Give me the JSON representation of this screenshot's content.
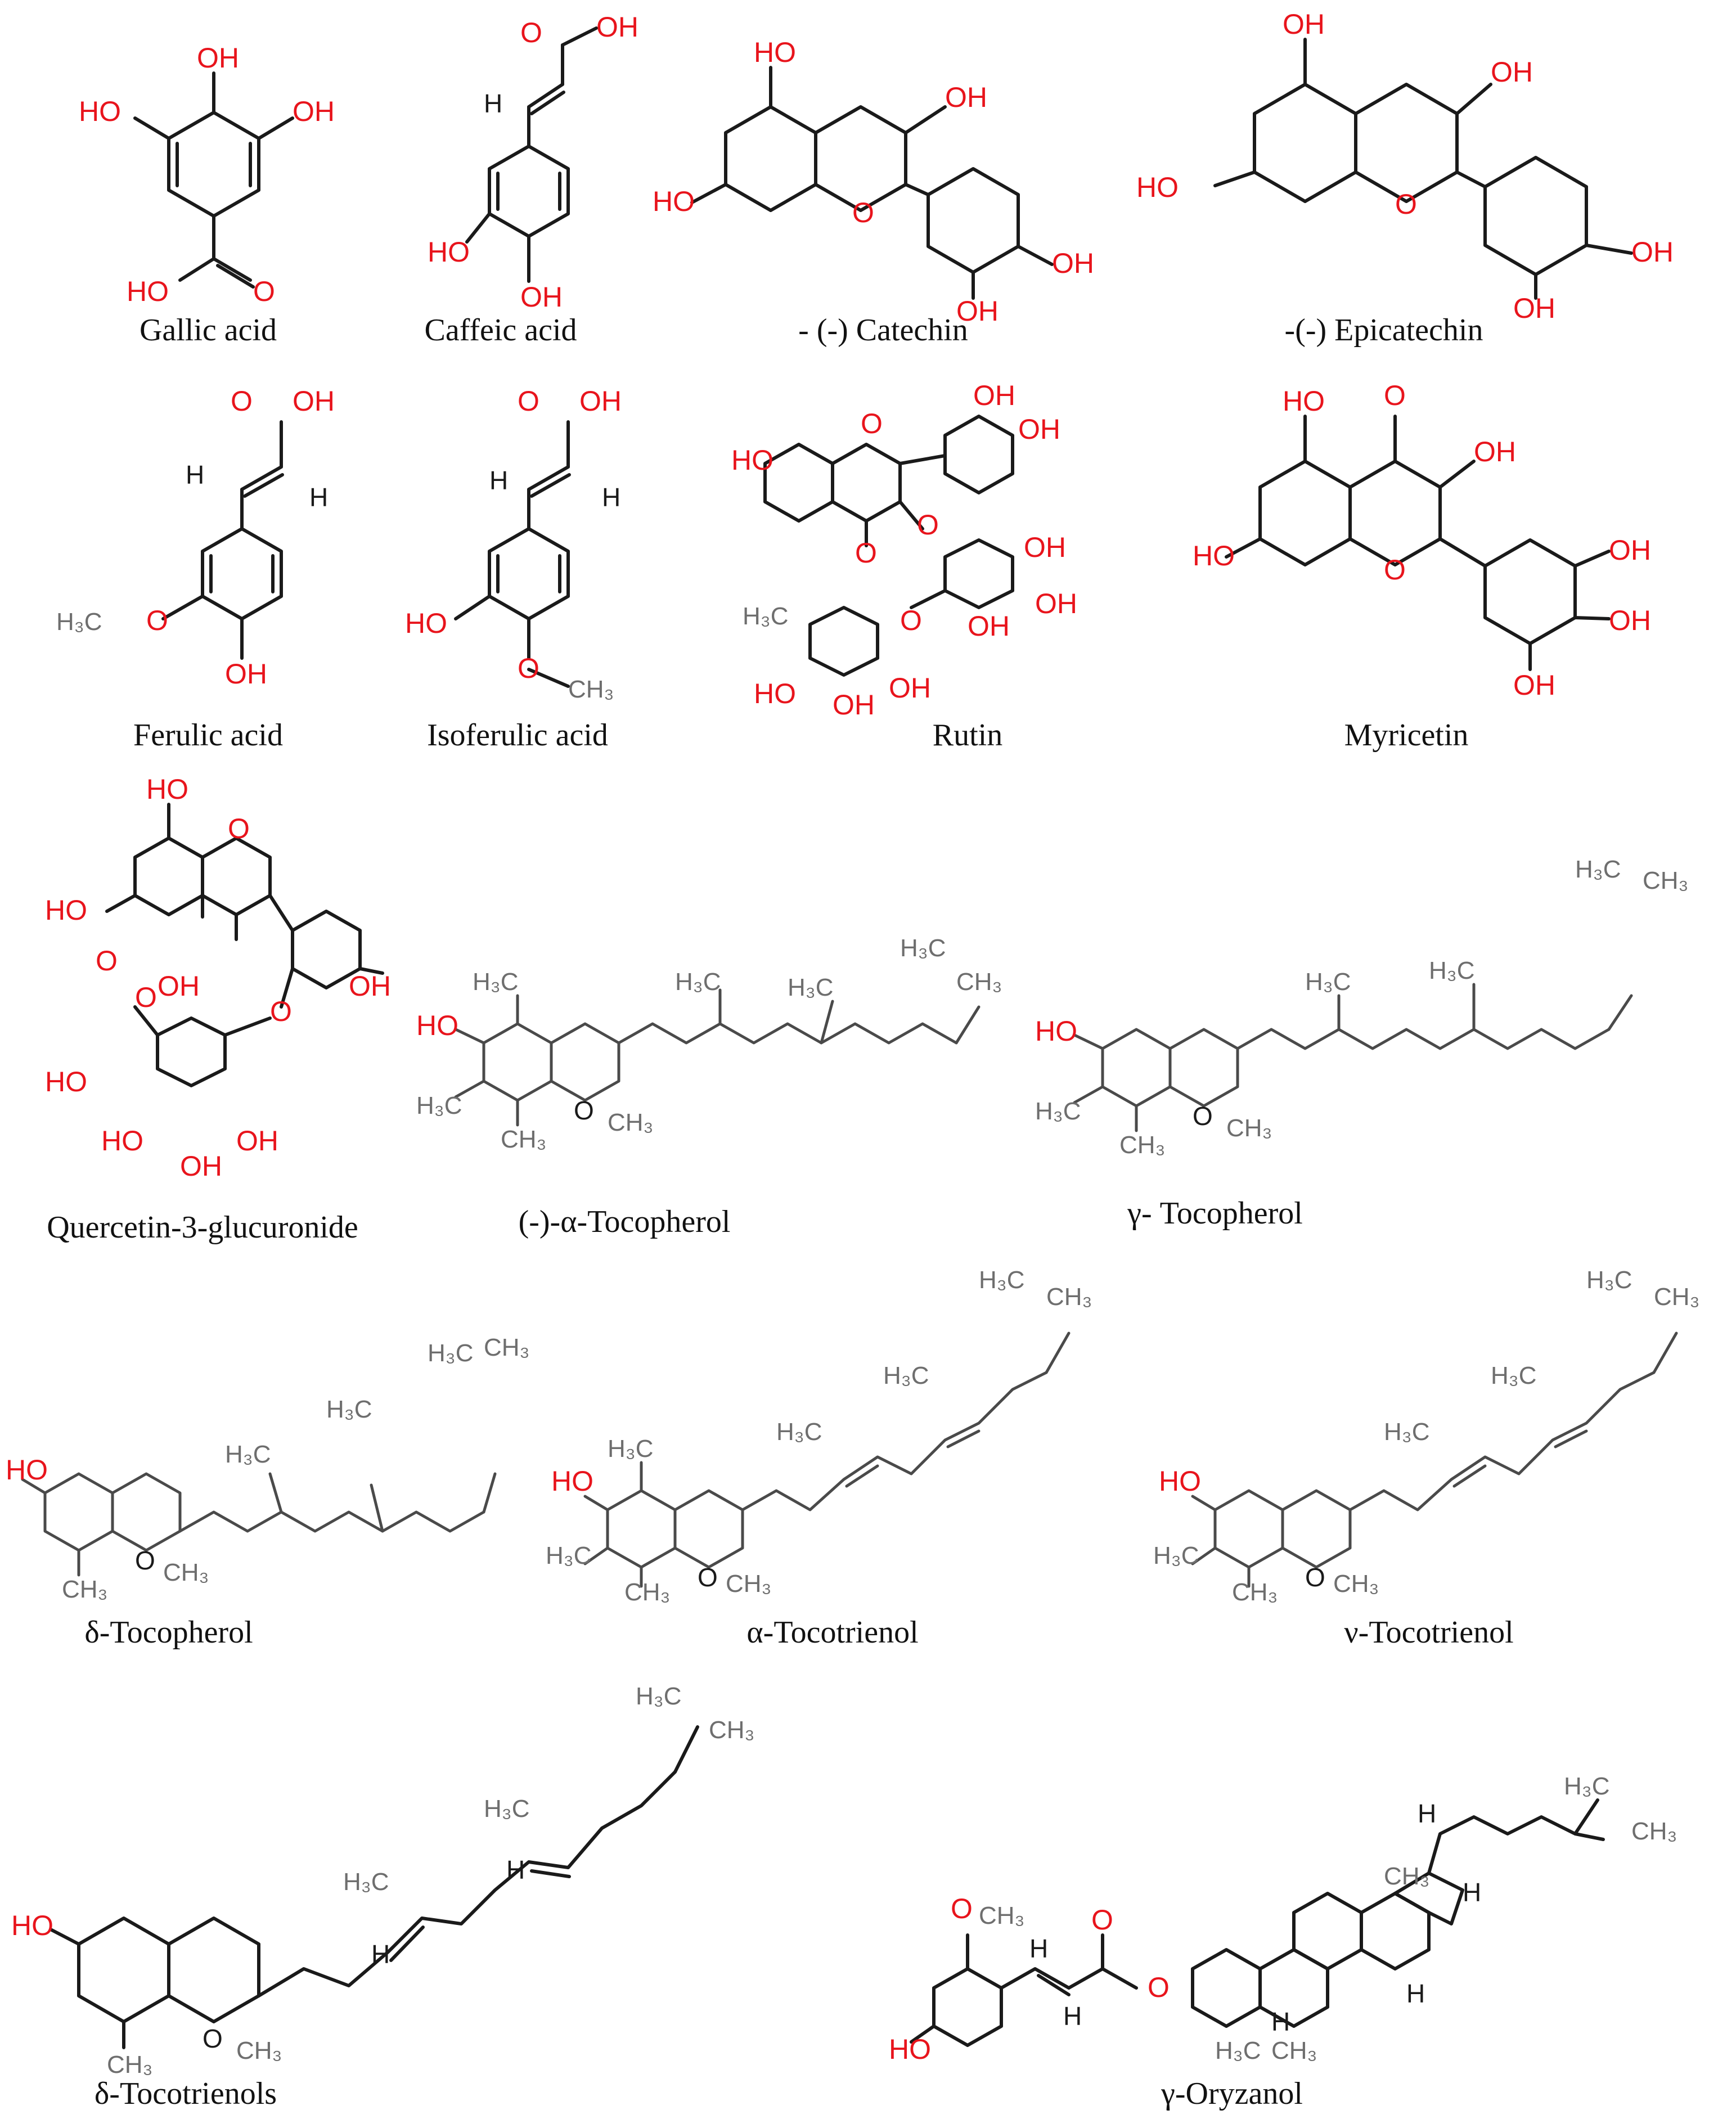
{
  "colors": {
    "heteroatom": "#e8141c",
    "carbon_label": "#6e6e6e",
    "bond": "#1a1a1a",
    "caption": "#111111"
  },
  "captions": {
    "gallic_acid": "Gallic acid",
    "caffeic_acid": "Caffeic acid",
    "catechin": "- (-) Catechin",
    "epicatechin": "-(-) Epicatechin",
    "ferulic_acid": "Ferulic acid",
    "isoferulic_acid": "Isoferulic acid",
    "rutin": "Rutin",
    "myricetin": "Myricetin",
    "quercetin_3_glucuronide": "Quercetin-3-glucuronide",
    "alpha_tocopherol": "(-)-α-Tocopherol",
    "gamma_tocopherol": "γ- Tocopherol",
    "delta_tocopherol": "δ-Tocopherol",
    "alpha_tocotrienol": "α-Tocotrienol",
    "nu_tocotrienol": "ν-Tocotrienol",
    "delta_tocotrienols": "δ-Tocotrienols",
    "gamma_oryzanol": "γ-Oryzanol"
  },
  "atoms": {
    "OH": "OH",
    "HO": "HO",
    "O": "O",
    "H": "H",
    "H3C": "H₃C",
    "CH3": "CH₃"
  }
}
